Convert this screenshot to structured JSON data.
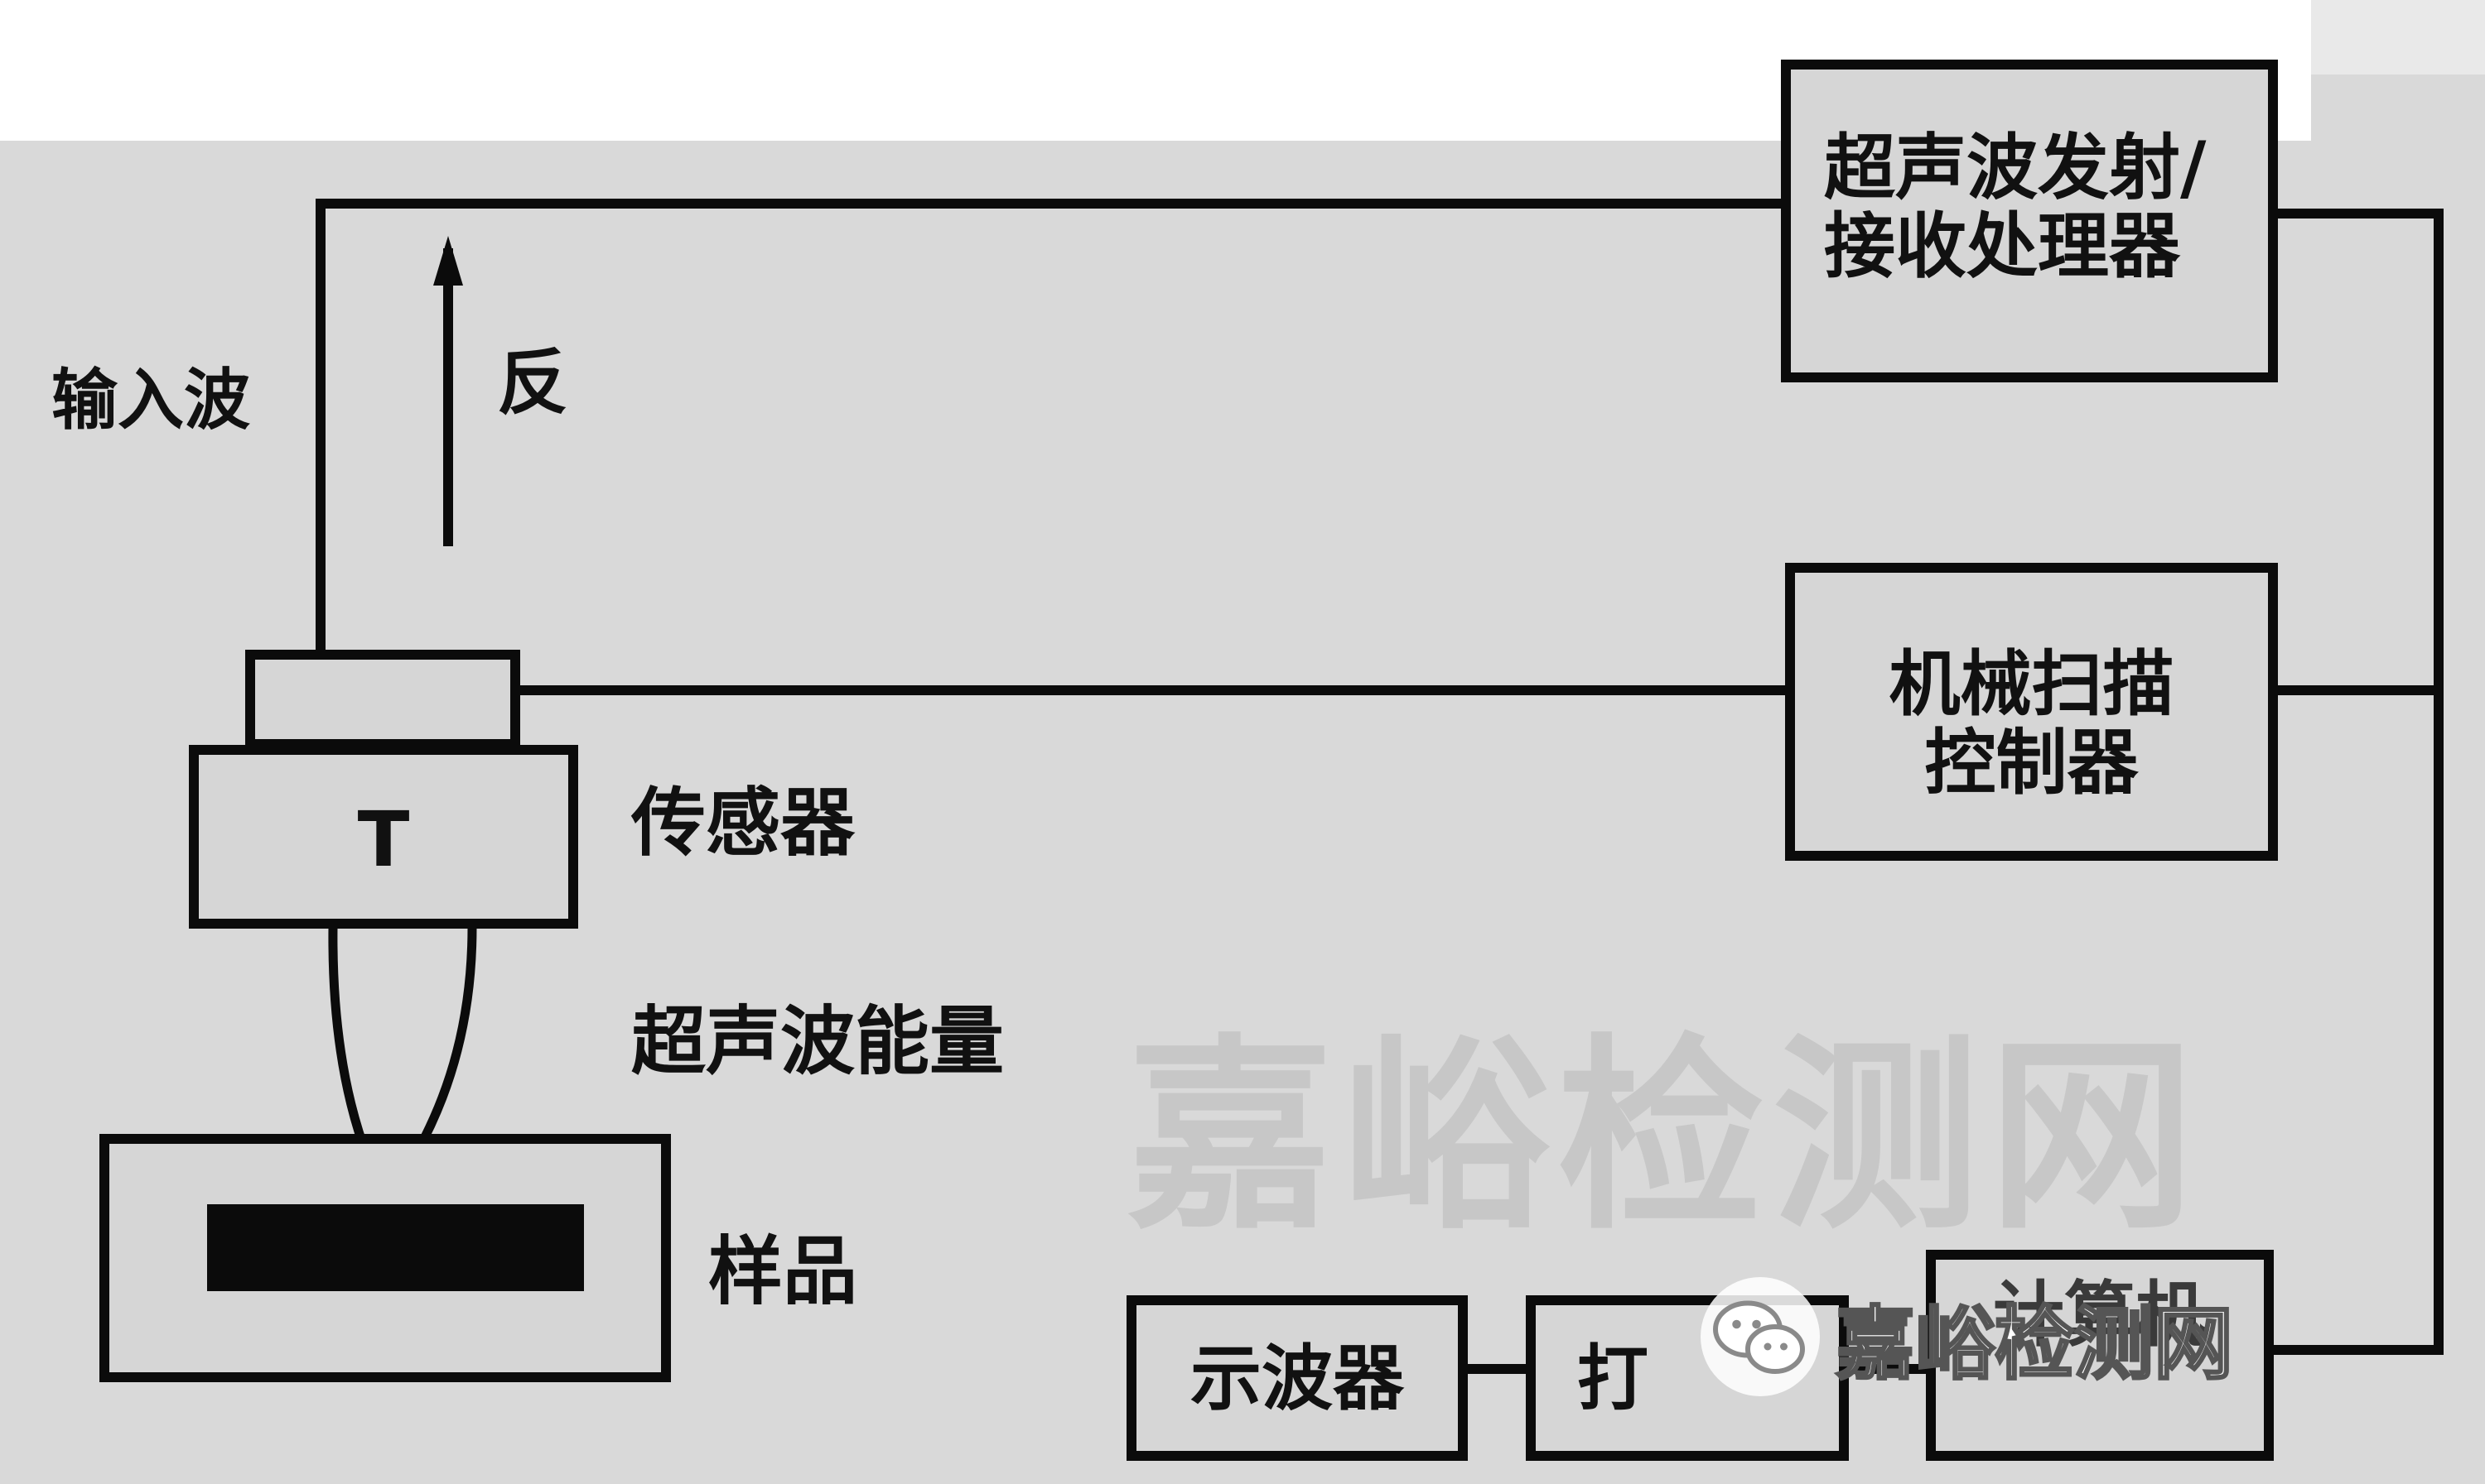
{
  "diagram": {
    "input_wave_label": "输入波",
    "reflect_label": "反",
    "sensor_letter": "T",
    "sensor_label": "传感器",
    "energy_label": "超声波能量",
    "sample_label": "样品",
    "processor_label": "超声波发射/\n接收处理器",
    "scan_controller_label": "机械扫描\n控制器",
    "oscilloscope_label": "示波器",
    "printer_label": "打",
    "computer_label": "计算机",
    "watermark_text": "嘉峪检测网",
    "wechat_watermark_text": "嘉峪检测网",
    "colors": {
      "background": "#d9d9d9",
      "line": "#0b0b0b",
      "watermark": "#c7c7c7"
    },
    "icons": [
      "arrow-up-icon",
      "wechat-icon"
    ]
  }
}
